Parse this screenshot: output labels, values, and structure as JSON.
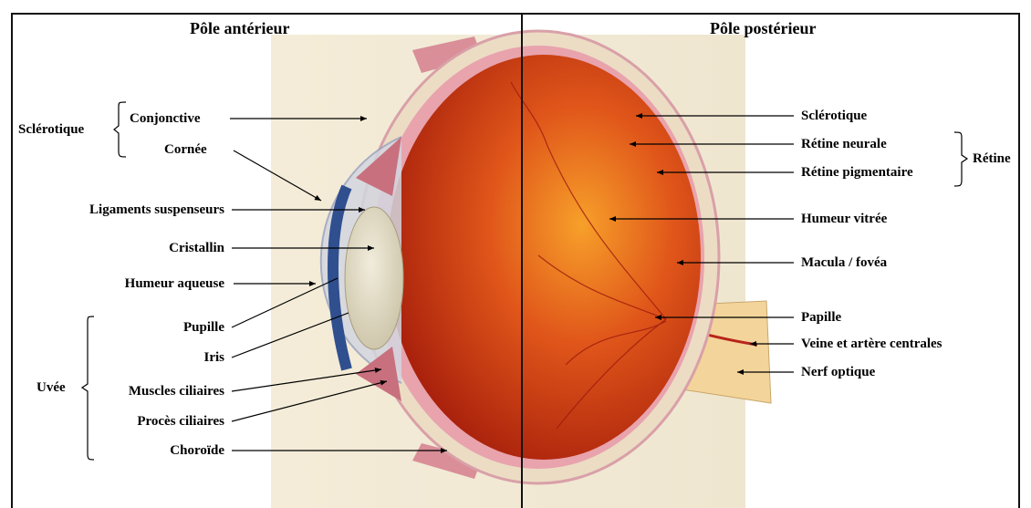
{
  "headers": {
    "anterior": "Pôle antérieur",
    "posterior": "Pôle postérieur"
  },
  "groups": {
    "sclerotique": "Sclérotique",
    "uvee": "Uvée",
    "retine": "Rétine"
  },
  "left_labels": {
    "conjonctive": "Conjonctive",
    "cornee": "Cornée",
    "ligaments": "Ligaments suspenseurs",
    "cristallin": "Cristallin",
    "humeur_aqueuse": "Humeur aqueuse",
    "pupille": "Pupille",
    "iris": "Iris",
    "muscles_ciliaires": "Muscles ciliaires",
    "proces_ciliaires": "Procès ciliaires",
    "choroide": "Choroïde"
  },
  "right_labels": {
    "sclerotique": "Sclérotique",
    "retine_neurale": "Rétine neurale",
    "retine_pigmentaire": "Rétine pigmentaire",
    "humeur_vitree": "Humeur vitrée",
    "macula": "Macula / fovéa",
    "papille": "Papille",
    "veine_artere": "Veine et artère centrales",
    "nerf_optique": "Nerf optique"
  },
  "colors": {
    "sclera": "#ede4cc",
    "sclera_pink": "#e9a6b0",
    "globe": "#c8320e",
    "globe_light": "#ef8a1a",
    "lens": "#e4dcc2",
    "iris": "#2f4f8f",
    "cornea": "#cdd2de",
    "nerve": "#f3d49a"
  }
}
